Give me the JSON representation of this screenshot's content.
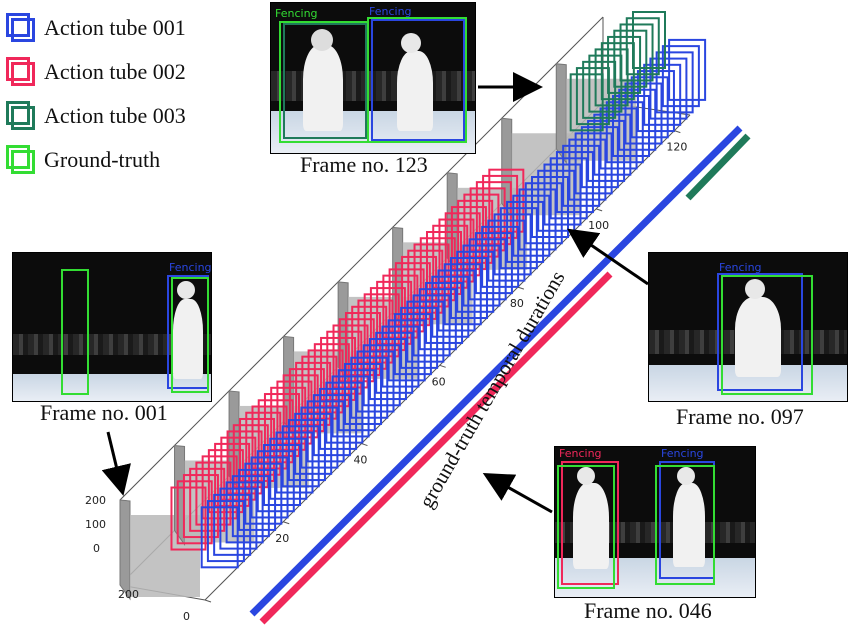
{
  "legend": [
    {
      "label": "Action tube 001",
      "color": "#2a46e0"
    },
    {
      "label": "Action tube 002",
      "color": "#f0285a"
    },
    {
      "label": "Action tube 003",
      "color": "#1f7a5a"
    },
    {
      "label": "Ground-truth",
      "color": "#33dd33"
    }
  ],
  "frames": {
    "f123": {
      "caption": "Frame no. 123",
      "box_labels": [
        "Fencing",
        "Fencing"
      ]
    },
    "f001": {
      "caption": "Frame no. 001",
      "box_labels": [
        "Fencing"
      ]
    },
    "f097": {
      "caption": "Frame no. 097",
      "box_labels": [
        "Fencing"
      ]
    },
    "f046": {
      "caption": "Frame no. 046",
      "box_labels": [
        "Fencing",
        "Fencing"
      ]
    }
  },
  "axis": {
    "time_ticks": [
      "0",
      "20",
      "40",
      "60",
      "80",
      "100",
      "120"
    ],
    "y_ticks": [
      "200",
      "100",
      "0"
    ],
    "x_tick": "200"
  },
  "duration_label": "ground-truth temporal durations",
  "colors": {
    "tube1": "#2a46e0",
    "tube2": "#f0285a",
    "tube3": "#1f7a5a",
    "ground_truth": "#33dd33"
  }
}
